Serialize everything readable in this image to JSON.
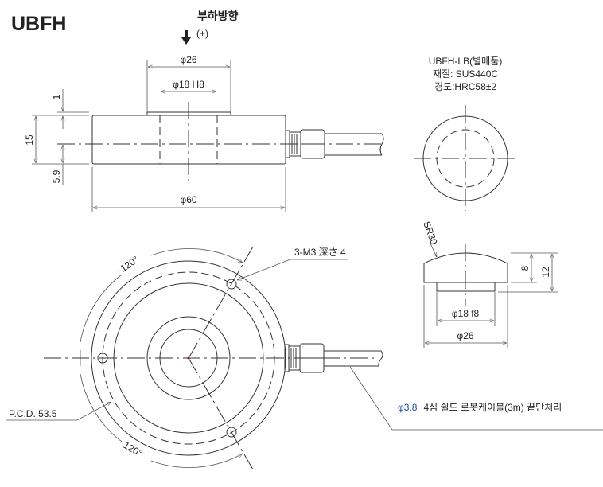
{
  "title": "UBFH",
  "load_direction": {
    "label": "부하방향",
    "sign": "(+)"
  },
  "side_view": {
    "dim_outer_boss": "φ26",
    "dim_hole": "φ18 H8",
    "dim_body": "φ60",
    "dim_height": "15",
    "dim_step": "1",
    "dim_center": "5.9"
  },
  "top_view": {
    "holes_label": "3-M3 深さ 4",
    "angle_top": "120°",
    "angle_bottom": "120°",
    "pcd_label": "P.C.D. 53.5"
  },
  "cable_label": {
    "diameter": "φ3.8",
    "text": "4심 쉴드 로봇케이블(3m) 끝단처리"
  },
  "accessory": {
    "name": "UBFH-LB(별매품)",
    "material": "재질: SUS440C",
    "hardness": "경도:HRC58±2",
    "radius": "SR30",
    "dim_height_cap": "8",
    "dim_height_total": "12",
    "dim_stem": "φ18 f8",
    "dim_cap": "φ26"
  }
}
